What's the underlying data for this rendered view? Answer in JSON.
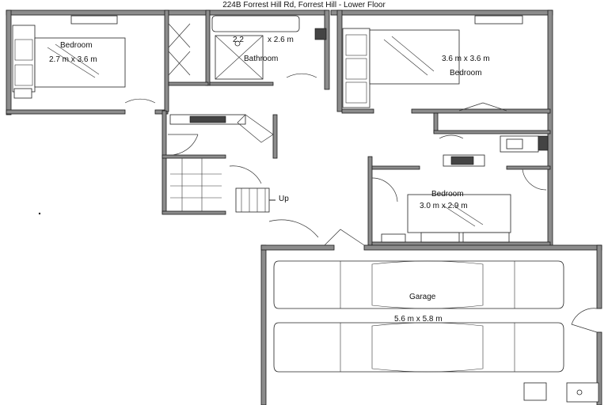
{
  "title": "224B Forrest Hill Rd, Forrest Hill - Lower Floor",
  "rooms": {
    "bedroom_left": {
      "name": "Bedroom",
      "size": "2.7 m x 3.6 m"
    },
    "bathroom": {
      "name": "Bathroom",
      "size_w": "2.2",
      "size_h": "x 2.6 m"
    },
    "bedroom_right": {
      "name": "Bedroom",
      "size": "3.6 m x 3.6 m"
    },
    "bedroom_mid": {
      "name": "Bedroom",
      "size": "3.0 m x 2.9 m"
    },
    "garage": {
      "name": "Garage",
      "size": "5.6 m x 5.8 m"
    }
  },
  "stairs": {
    "label": "Up"
  }
}
